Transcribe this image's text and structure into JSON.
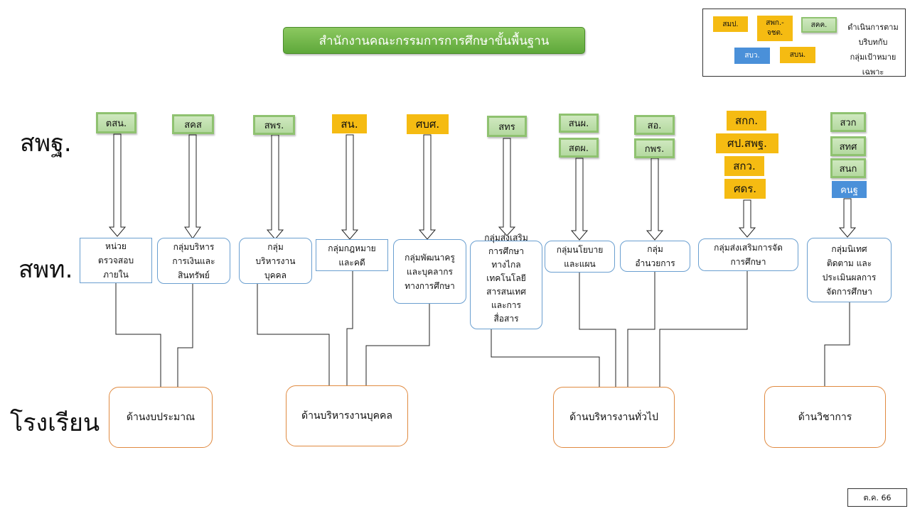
{
  "title": "สำนักงานคณะกรรมการการศึกษาขั้นพื้นฐาน",
  "levels": {
    "top": "สพฐ.",
    "mid": "สพท.",
    "school": "โรงเรียน"
  },
  "legend": {
    "tags": [
      "สมป.",
      "สพก.-จชต.",
      "สคค.",
      "สบว.",
      "สบน."
    ],
    "text_lines": [
      "ดำเนินการตาม",
      "บริบทกับ",
      "กลุ่มเป้าหมาย",
      "เฉพาะ"
    ]
  },
  "top_units": [
    "ตสน.",
    "สคส",
    "สพร.",
    "สน.",
    "ศบศ.",
    "สทร",
    "สนผ.",
    "สตผ.",
    "สอ.",
    "กพร.",
    "สกก.",
    "ศป.สพฐ.",
    "สกว.",
    "ศดร.",
    "สวก",
    "สทศ",
    "สนก",
    "คนฐ"
  ],
  "groups": [
    [
      "หน่วย",
      "ตรวจสอบ",
      "ภายใน"
    ],
    [
      "กลุ่มบริหาร",
      "การเงินและ",
      "สินทรัพย์"
    ],
    [
      "กลุ่ม",
      "บริหารงาน",
      "บุคคล"
    ],
    [
      "กลุ่มกฎหมาย",
      "และคดี"
    ],
    [
      "กลุ่มพัฒนาครู",
      "และบุคลากร",
      "ทางการศึกษา"
    ],
    [
      "กลุ่มส่งเสริม",
      "การศึกษา",
      "ทางไกล",
      "เทคโนโลยี",
      "สารสนเทศ",
      "และการ",
      "สื่อสาร"
    ],
    [
      "กลุ่มนโยบาย",
      "และแผน"
    ],
    [
      "กลุ่ม",
      "อำนวยการ"
    ],
    [
      "กลุ่มส่งเสริมการจัด",
      "การศึกษา"
    ],
    [
      "กลุ่มนิเทศ",
      "ติดตาม และ",
      "ประเมินผลการ",
      "จัดการศึกษา"
    ]
  ],
  "school_areas": [
    "ด้านงบประมาณ",
    "ด้านบริหารงานบุคคล",
    "ด้านบริหารงานทั่วไป",
    "ด้านวิชาการ"
  ],
  "date_note": "ต.ค. 66"
}
